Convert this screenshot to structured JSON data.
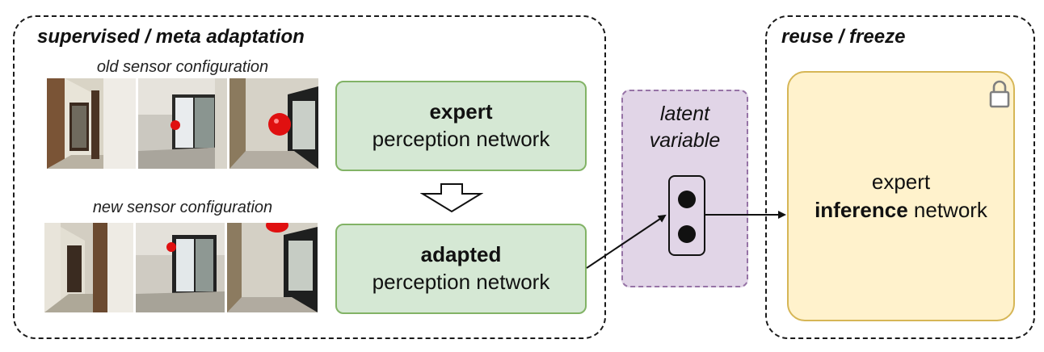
{
  "left_panel": {
    "title": "supervised / meta adaptation",
    "old_caption": "old sensor configuration",
    "new_caption": "new sensor configuration",
    "expert_box": {
      "bold": "expert",
      "rest": "perception network"
    },
    "adapted_box": {
      "bold": "adapted",
      "rest": "perception network"
    },
    "arrow_icon": "hollow-down-arrow"
  },
  "latent": {
    "line1": "latent",
    "line2": "variable"
  },
  "right_panel": {
    "title": "reuse / freeze",
    "box": {
      "line1": "expert",
      "bold": "inference",
      "rest": " network"
    },
    "lock_icon": "lock"
  },
  "colors": {
    "green_fill": "#d5e8d4",
    "green_border": "#82b366",
    "purple_fill": "#e1d5e7",
    "purple_border": "#9673a6",
    "yellow_fill": "#fff2cc",
    "yellow_border": "#d6b656"
  }
}
